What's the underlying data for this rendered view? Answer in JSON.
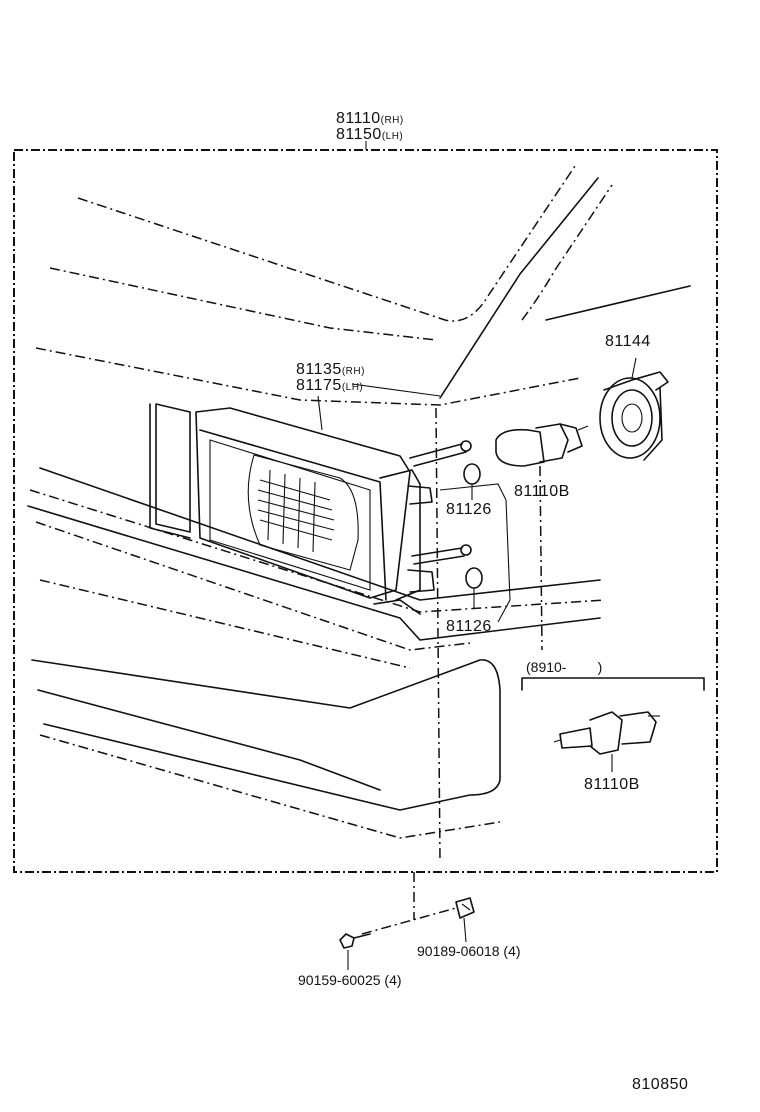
{
  "parts": {
    "headlamp_main": {
      "number_rh": "81110",
      "side_rh": "(RH)",
      "number_lh": "81150",
      "side_lh": "(LH)"
    },
    "headlamp_unit": {
      "number_rh": "81135",
      "side_rh": "(RH)",
      "number_lh": "81175",
      "side_lh": "(LH)"
    },
    "socket_cover": "81144",
    "bulb_upper": "81110B",
    "grommet_upper": "81126",
    "grommet_lower": "81126",
    "date_range": "(8910-        )",
    "bulb_alt": "81110B",
    "nut": "90189-06018 (4)",
    "bolt": "90159-60025 (4)"
  },
  "diagram_id": "810850"
}
